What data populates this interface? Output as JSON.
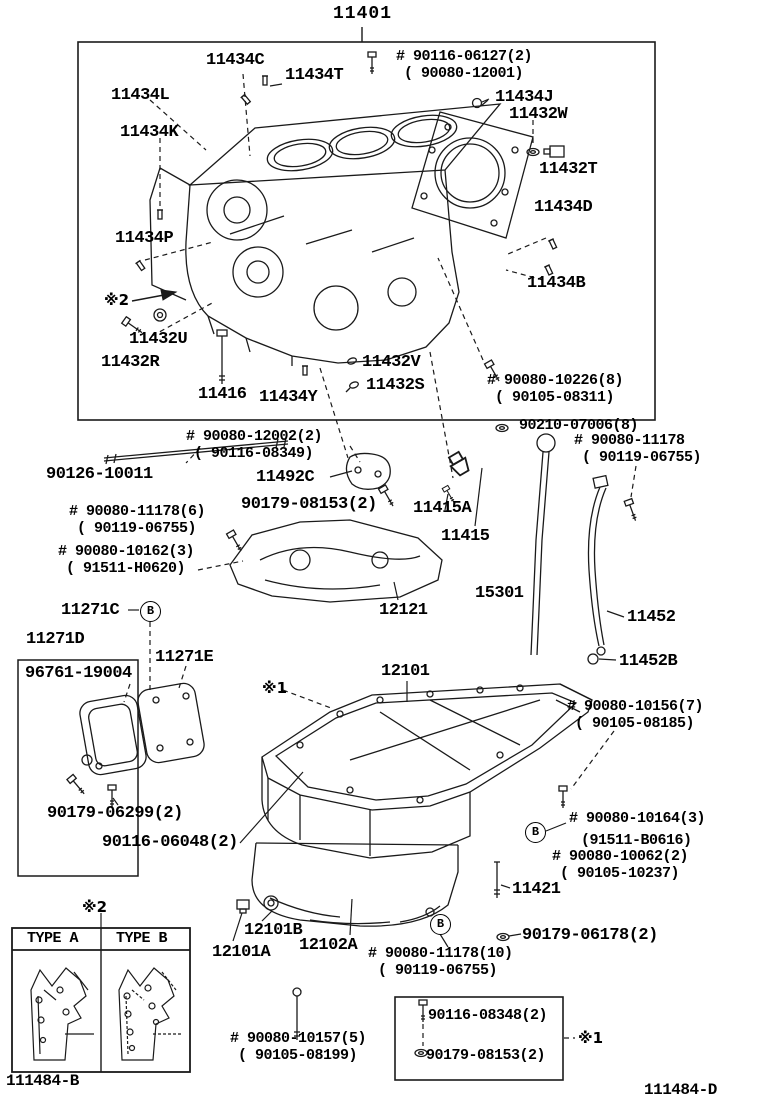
{
  "page": {
    "background": "#ffffff",
    "ink": "#1a1a1a"
  },
  "title": {
    "text": "11401"
  },
  "footers": {
    "left": "111484-B",
    "right": "111484-D"
  },
  "inset": {
    "marker": "※2",
    "columns": [
      "TYPE A",
      "TYPE B"
    ]
  },
  "notes": {
    "block_marker": "※2",
    "pan_marker": "※1",
    "fastener_marker": "※1"
  },
  "circled": {
    "letter": "B"
  },
  "labels": [
    {
      "text": "11434C"
    },
    {
      "text": "11434T"
    },
    {
      "text": "# 90116-06127(2)"
    },
    {
      "text": "( 90080-12001)"
    },
    {
      "text": "11434L"
    },
    {
      "text": "11434J"
    },
    {
      "text": "11432W"
    },
    {
      "text": "11434K"
    },
    {
      "text": "11432T"
    },
    {
      "text": "11434D"
    },
    {
      "text": "11434P"
    },
    {
      "text": "11434B"
    },
    {
      "text": "11432U"
    },
    {
      "text": "11432R"
    },
    {
      "text": "11416"
    },
    {
      "text": "11434Y"
    },
    {
      "text": "11432V"
    },
    {
      "text": "11432S"
    },
    {
      "text": "# 90080-10226(8)"
    },
    {
      "text": "( 90105-08311)"
    },
    {
      "text": "90210-07006(8)"
    },
    {
      "text": "# 90080-12002(2)"
    },
    {
      "text": "( 90116-08349)"
    },
    {
      "text": "90126-10011"
    },
    {
      "text": "11492C"
    },
    {
      "text": "90179-08153(2)"
    },
    {
      "text": "# 90080-11178(6)"
    },
    {
      "text": "( 90119-06755)"
    },
    {
      "text": "# 90080-10162(3)"
    },
    {
      "text": "( 91511-H0620)"
    },
    {
      "text": "# 90080-11178"
    },
    {
      "text": "( 90119-06755)"
    },
    {
      "text": "11415A"
    },
    {
      "text": "11415"
    },
    {
      "text": "15301"
    },
    {
      "text": "12121"
    },
    {
      "text": "11271C"
    },
    {
      "text": "11271D"
    },
    {
      "text": "96761-19004"
    },
    {
      "text": "11271E"
    },
    {
      "text": "11452"
    },
    {
      "text": "11452B"
    },
    {
      "text": "12101"
    },
    {
      "text": "# 90080-10156(7)"
    },
    {
      "text": "( 90105-08185)"
    },
    {
      "text": "90179-06299(2)"
    },
    {
      "text": "90116-06048(2)"
    },
    {
      "text": "# 90080-10164(3)"
    },
    {
      "text": "(91511-B0616)"
    },
    {
      "text": "# 90080-10062(2)"
    },
    {
      "text": "( 90105-10237)"
    },
    {
      "text": "11421"
    },
    {
      "text": "90179-06178(2)"
    },
    {
      "text": "12101B"
    },
    {
      "text": "12101A"
    },
    {
      "text": "12102A"
    },
    {
      "text": "# 90080-11178(10)"
    },
    {
      "text": "( 90119-06755)"
    },
    {
      "text": "# 90080-10157(5)"
    },
    {
      "text": "( 90105-08199)"
    },
    {
      "text": "90116-08348(2)"
    },
    {
      "text": "90179-08153(2)"
    }
  ]
}
